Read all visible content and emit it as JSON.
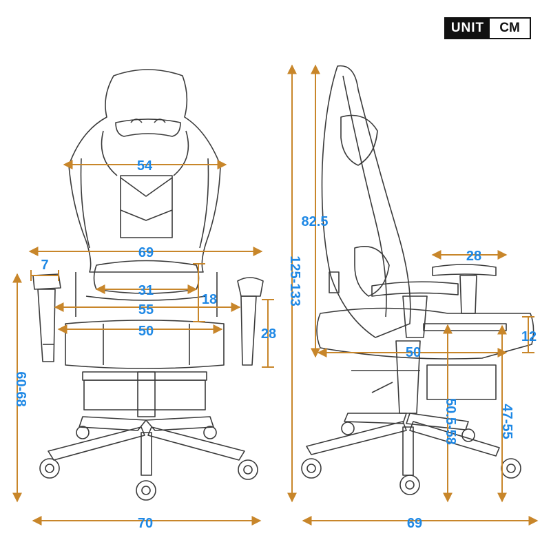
{
  "unit_badge": {
    "unit_label": "UNIT",
    "unit_value": "CM"
  },
  "colors": {
    "dimension_text": "#1e88e5",
    "dimension_line": "#c8862a",
    "sketch": "#3a3a3a"
  },
  "front_view": {
    "backrest_width": "54",
    "armrest_span": "69",
    "armrest_pad_width": "7",
    "lumbar_width": "31",
    "lumbar_height": "18",
    "seat_width_max": "55",
    "seat_width": "50",
    "armrest_adjust": "28",
    "seat_height": "60-68",
    "base_width": "70"
  },
  "side_view": {
    "total_height": "125-133",
    "backrest_height": "82.5",
    "armrest_length": "28",
    "seat_depth": "50",
    "footrest_height": "12",
    "armrest_height": "50.5-58",
    "footrest_length": "47-55",
    "base_depth": "69"
  }
}
